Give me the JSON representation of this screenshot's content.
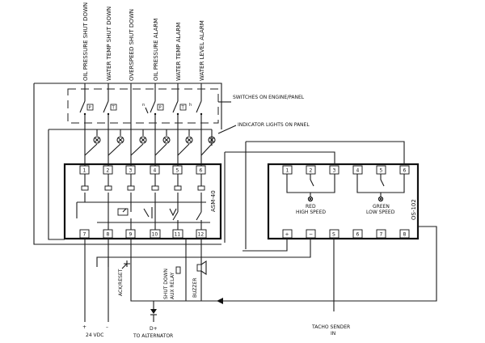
{
  "top_labels": [
    "OIL PRESSURE SHUT DOWN",
    "WATER TEMP SHUT DOWN",
    "OVERSPEED SHUT DOWN",
    "OIL PRESSURE ALARM",
    "WATER TEMP ALARM",
    "WATER LEVEL ALARM"
  ],
  "callouts": {
    "switches": "SWITCHES ON ENGINE/PANEL",
    "lights": "INDICATOR LIGHTS ON PANEL"
  },
  "switch_marks": [
    "P",
    "T",
    "n",
    "P",
    "T",
    "h"
  ],
  "asm": {
    "name": "ASM-40",
    "top_terminals": [
      "1",
      "2",
      "3",
      "4",
      "5",
      "6"
    ],
    "bottom_terminals": [
      "7",
      "8",
      "9",
      "10",
      "11",
      "12"
    ]
  },
  "os": {
    "name": "OS-102",
    "top_terminals": [
      "1",
      "2",
      "3",
      "4",
      "5",
      "6"
    ],
    "bottom_terminals": [
      "+",
      "−",
      "S",
      "6",
      "7",
      "8"
    ],
    "high_speed": {
      "color": "RED",
      "label": "HIGH SPEED"
    },
    "low_speed": {
      "color": "GREEN",
      "label": "LOW SPEED"
    }
  },
  "devices": [
    "ACK/RESET",
    "SHUT DOWN AUX RELAY",
    "BUZZER"
  ],
  "bottom": {
    "plus": "+",
    "minus": "–",
    "vdc": "24 VDC",
    "dplus": "D+",
    "alternator": "TO ALTERNATOR",
    "tacho_l1": "TACHO SENDER",
    "tacho_l2": "IN"
  }
}
